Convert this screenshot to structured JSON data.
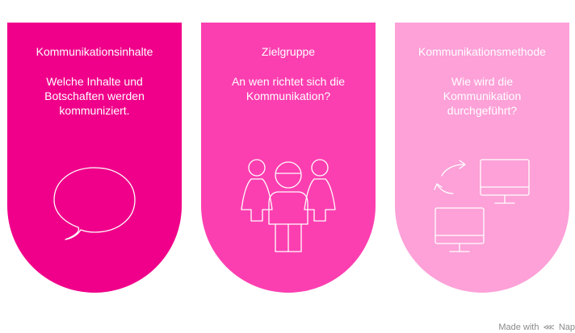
{
  "colors": {
    "card1": "#f0008a",
    "card2": "#fc3fb0",
    "card3": "#fda1d8",
    "icon_stroke": "#ffffff"
  },
  "cards": [
    {
      "title": "Kommunikationsinhalte",
      "text": "Welche Inhalte und Botschaften werden kommuniziert.",
      "icon": "speech-bubble-icon"
    },
    {
      "title": "Zielgruppe",
      "text": "An wen richtet sich die Kommunikation?",
      "icon": "people-group-icon"
    },
    {
      "title": "Kommunikationsmethode",
      "text": "Wie wird die Kommunikation durchgeführt?",
      "icon": "computers-exchange-icon"
    }
  ],
  "footer": {
    "made_with": "Made with",
    "brand": "Nap",
    "brand_icon": "napkin-logo-icon"
  }
}
